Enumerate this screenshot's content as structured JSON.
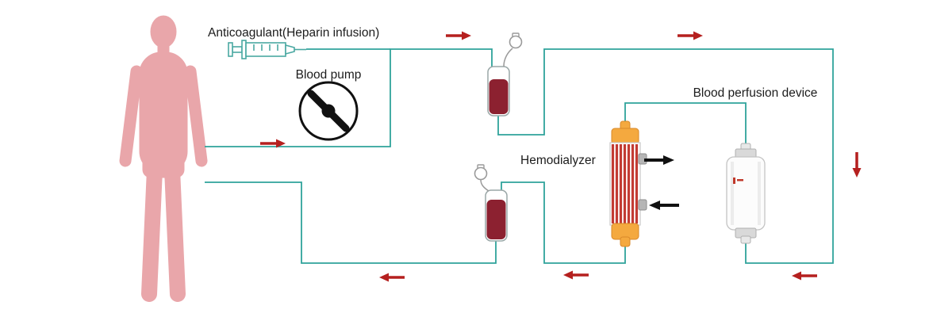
{
  "diagram": {
    "type": "medical-flow-diagram",
    "subject": "hemodialysis and hemoperfusion blood circuit",
    "labels": {
      "anticoagulant": "Anticoagulant(Heparin infusion)",
      "blood_pump": "Blood pump",
      "hemodialyzer": "Hemodialyzer",
      "blood_perfusion_device": "Blood perfusion device"
    },
    "components": [
      "patient-body-silhouette",
      "heparin-syringe",
      "blood-pump",
      "arterial-drip-chamber-with-pressure-gauge",
      "venous-drip-chamber-with-pressure-gauge",
      "hemodialyzer-cartridge",
      "blood-perfusion-cartridge",
      "tubing-circuit"
    ],
    "flow_arrows": [
      {
        "color": "red",
        "direction": "right",
        "location": "artery-line-from-body"
      },
      {
        "color": "red",
        "direction": "right",
        "location": "top-line-before-arterial-chamber"
      },
      {
        "color": "red",
        "direction": "right",
        "location": "top-line-toward-right-side"
      },
      {
        "color": "red",
        "direction": "down",
        "location": "right-side-descending-line"
      },
      {
        "color": "red",
        "direction": "left",
        "location": "bottom-line-right-segment"
      },
      {
        "color": "red",
        "direction": "left",
        "location": "bottom-line-middle-segment"
      },
      {
        "color": "red",
        "direction": "left",
        "location": "bottom-line-return-to-body"
      },
      {
        "color": "black",
        "direction": "right",
        "location": "hemodialyzer-upper-port"
      },
      {
        "color": "black",
        "direction": "left",
        "location": "hemodialyzer-lower-port"
      }
    ],
    "colors": {
      "body_silhouette": "#e9a6aa",
      "tubing": "#2fa39b",
      "flow_arrow_red": "#b5201f",
      "flow_arrow_black": "#111111",
      "blood_fill": "#8c2130",
      "dialyzer_cap_orange": "#f4a93f",
      "dialyzer_stripe_red": "#c23b33"
    }
  }
}
